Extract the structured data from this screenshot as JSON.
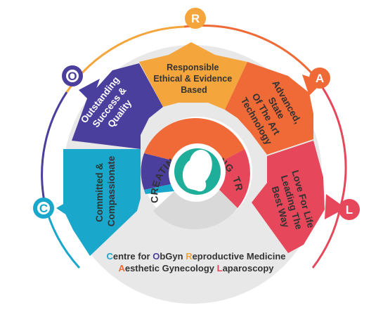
{
  "colors": {
    "c": "#1aa7cc",
    "o": "#4b3f9e",
    "r": "#f4a53b",
    "a": "#ef6a36",
    "l": "#e6475a",
    "base": "#e8e8e8",
    "teal": "#1fae9a",
    "text_dark": "#333333"
  },
  "letters": {
    "c": "C",
    "o": "O",
    "r": "R",
    "a": "A",
    "l": "L"
  },
  "segments": {
    "c": [
      "Committed &",
      "Compassionate"
    ],
    "o": [
      "Outstanding",
      "Success &",
      "Quality"
    ],
    "r": [
      "Responsible",
      "Ethical & Evidence",
      "Based"
    ],
    "a": [
      "Advanced,",
      "State",
      "Of The Art",
      "Technology"
    ],
    "l": [
      "Love For Life",
      "Leading The",
      "Best Way"
    ]
  },
  "inner_ring": {
    "creating": "CREATING",
    "healing": "HEALING",
    "transforming": "TRANSFORMING"
  },
  "bottom": {
    "line1": [
      {
        "t": "C",
        "c": "#1aa7cc"
      },
      {
        "t": "entre for ",
        "c": "#333333"
      },
      {
        "t": "O",
        "c": "#4b3f9e"
      },
      {
        "t": "bGyn ",
        "c": "#333333"
      },
      {
        "t": "R",
        "c": "#f4a53b"
      },
      {
        "t": "eproductive Medicine",
        "c": "#333333"
      }
    ],
    "line2": [
      {
        "t": "A",
        "c": "#ef6a36"
      },
      {
        "t": "esthetic Gynecology ",
        "c": "#333333"
      },
      {
        "t": "L",
        "c": "#e6475a"
      },
      {
        "t": "aparoscopy",
        "c": "#333333"
      }
    ]
  },
  "icons": {
    "center": "fetus-in-womb-icon"
  }
}
